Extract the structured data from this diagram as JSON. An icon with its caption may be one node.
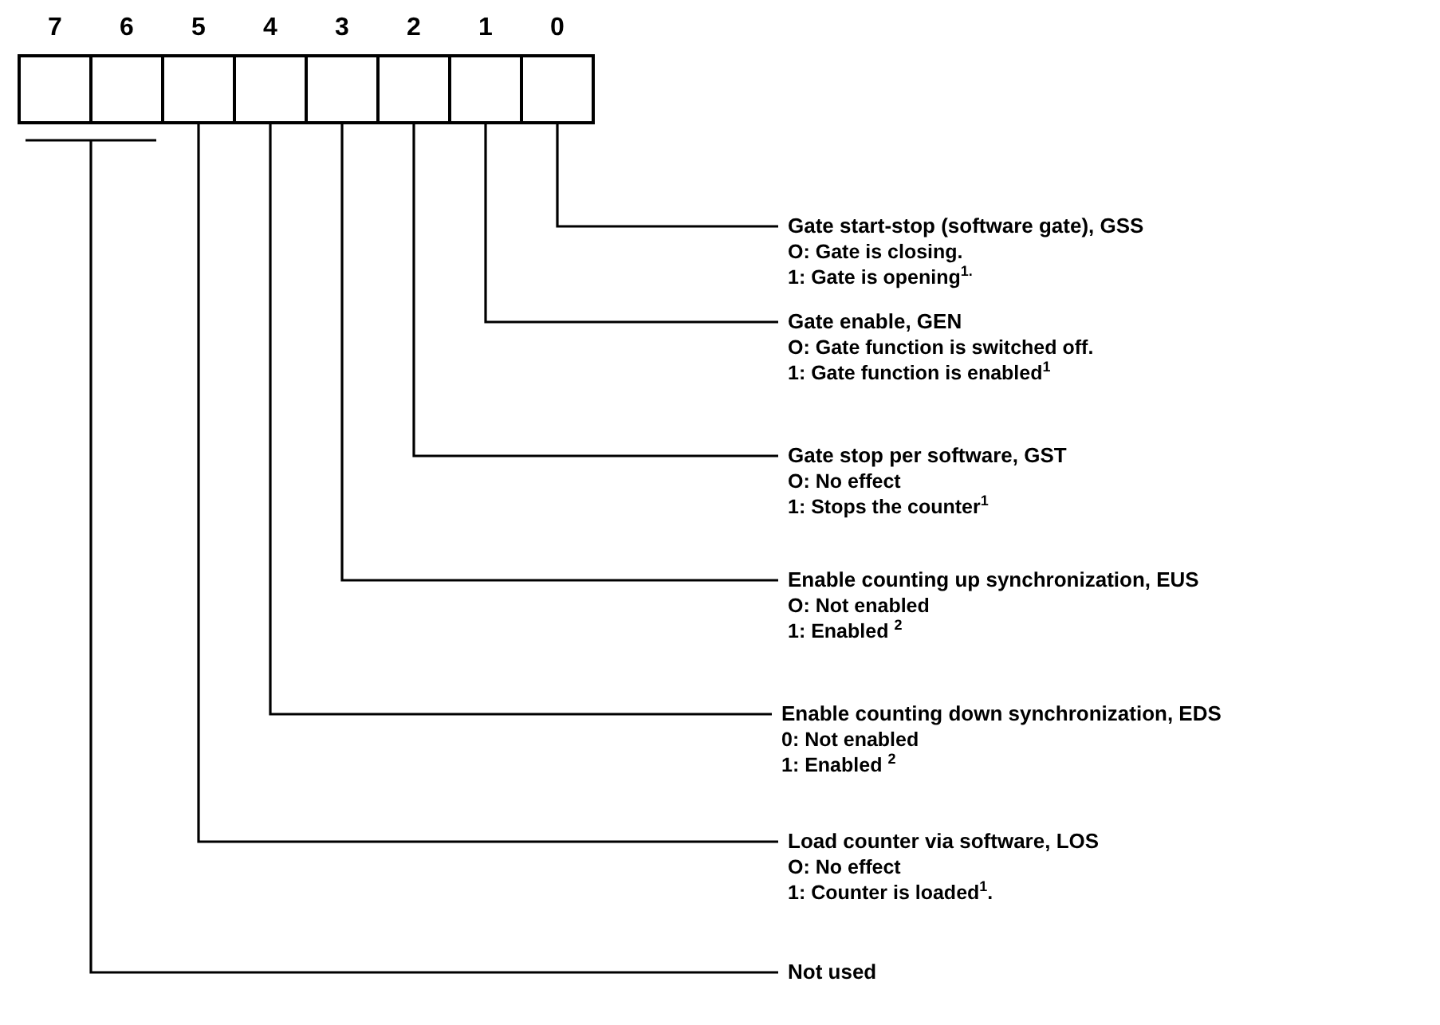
{
  "diagram": {
    "nodes": [
      {
        "text": [
          "7"
        ]
      },
      {
        "text": [
          "6"
        ]
      },
      {
        "text": [
          "5"
        ]
      },
      {
        "text": [
          "4"
        ]
      },
      {
        "text": [
          "3"
        ]
      },
      {
        "text": [
          "2"
        ]
      },
      {
        "text": [
          "1"
        ]
      },
      {
        "text": [
          "0"
        ]
      },
      {
        "text": [
          "Gate start-stop (software gate), GSS",
          "O: Gate is closing.",
          "1: Gate is opening$^{1.}$"
        ]
      },
      {
        "text": [
          "Gate enable, GEN",
          "O: Gate function is switched off.",
          "1: Gate function is enabled$^{1}$"
        ]
      },
      {
        "text": [
          "Gate stop per software, GST",
          "O: No effect",
          "1: Stops the counter$^{1}$"
        ]
      },
      {
        "text": [
          "Enable counting up synchronization, EUS",
          "O: Not enabled",
          "1: Enabled $^{2}$"
        ]
      },
      {
        "text": [
          "Enable counting down synchronization, EDS",
          "0: Not enabled",
          "1: Enabled $^{2}$"
        ]
      },
      {
        "text": [
          "Load counter via software, LOS",
          "O: No effect",
          "1: Counter is loaded$^{1}$."
        ]
      },
      {
        "text": [
          "Not used"
        ]
      }
    ],
    "edges": [
      {
        "from": 7,
        "to": 8,
        "arrow": "none"
      },
      {
        "from": 6,
        "to": 9,
        "arrow": "none"
      },
      {
        "from": 5,
        "to": 10,
        "arrow": "none"
      },
      {
        "from": 4,
        "to": 11,
        "arrow": "none"
      },
      {
        "from": 3,
        "to": 12,
        "arrow": "none"
      },
      {
        "from": 2,
        "to": 13,
        "arrow": "none"
      },
      {
        "from": 0,
        "to": 14,
        "arrow": "none"
      },
      {
        "from": 1,
        "to": 14,
        "arrow": "none"
      }
    ]
  }
}
